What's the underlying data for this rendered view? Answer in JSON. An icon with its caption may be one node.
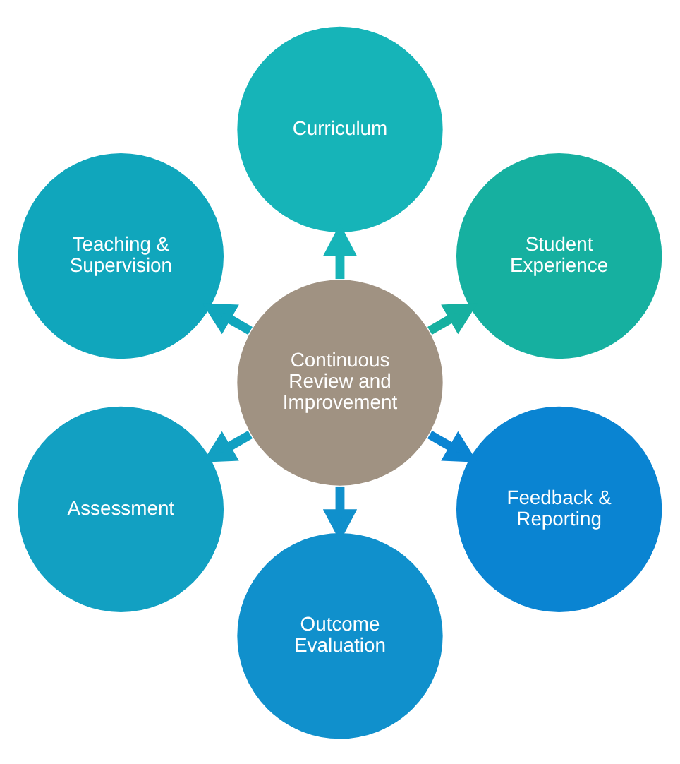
{
  "diagram": {
    "nodes": [
      {
        "text": [
          "Continuous Review and Improvement"
        ]
      },
      {
        "text": [
          "Student Experience"
        ]
      },
      {
        "text": [
          "Curriculum"
        ]
      },
      {
        "text": [
          "Teaching & Supervision"
        ]
      },
      {
        "text": [
          "Assessment"
        ]
      },
      {
        "text": [
          "Outcome Evaluation"
        ]
      },
      {
        "text": [
          "Feedback & Reporting"
        ]
      }
    ],
    "edges": [
      {
        "from": 0,
        "to": 1,
        "arrow": "to"
      },
      {
        "from": 0,
        "to": 2,
        "arrow": "to"
      },
      {
        "from": 0,
        "to": 3,
        "arrow": "to"
      },
      {
        "from": 0,
        "to": 4,
        "arrow": "to"
      },
      {
        "from": 0,
        "to": 5,
        "arrow": "to"
      },
      {
        "from": 0,
        "to": 6,
        "arrow": "to"
      }
    ]
  }
}
